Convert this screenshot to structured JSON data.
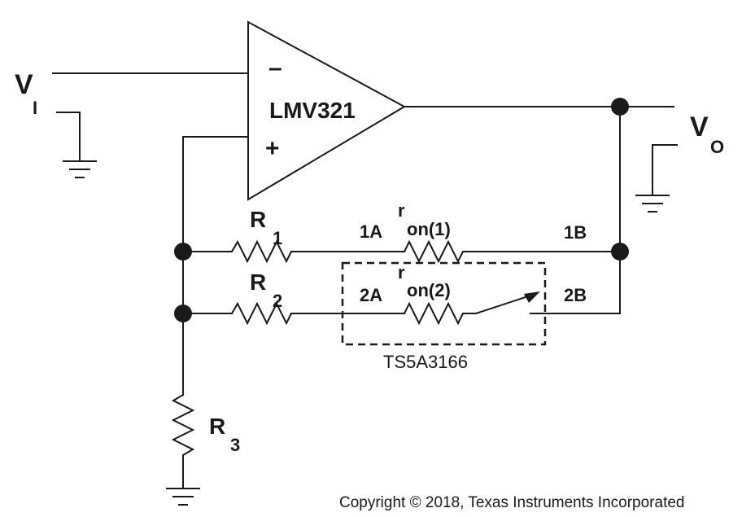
{
  "input": {
    "label": "V",
    "sub": "I"
  },
  "output": {
    "label": "V",
    "sub": "O"
  },
  "opamp": {
    "name": "LMV321",
    "minus": "–",
    "plus": "+"
  },
  "r1": {
    "label": "R",
    "sub": "1"
  },
  "r2": {
    "label": "R",
    "sub": "2"
  },
  "r3": {
    "label": "R",
    "sub": "3"
  },
  "ron1": {
    "label": "r",
    "sub": "on(1)"
  },
  "ron2": {
    "label": "r",
    "sub": "on(2)"
  },
  "pins": {
    "p1a": "1A",
    "p1b": "1B",
    "p2a": "2A",
    "p2b": "2B"
  },
  "switch_ic": "TS5A3166",
  "copyright": "Copyright © 2018, Texas Instruments Incorporated"
}
